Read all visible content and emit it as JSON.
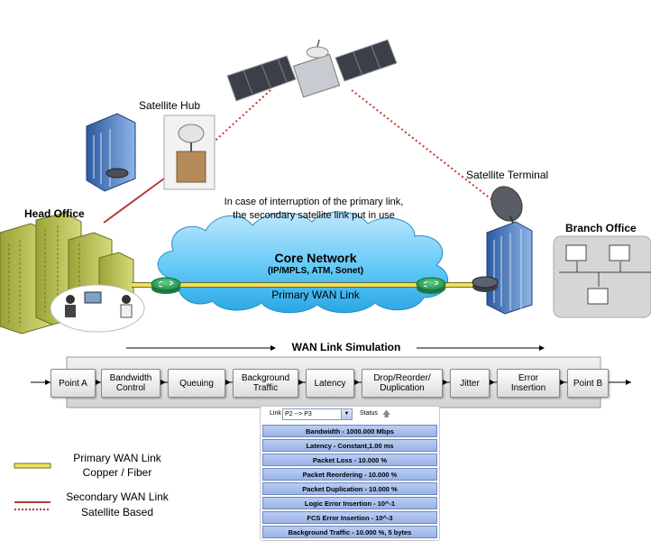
{
  "labels": {
    "satellite_hub": "Satellite Hub",
    "satellite_terminal": "Satellite Terminal",
    "head_office": "Head Office",
    "branch_office": "Branch Office",
    "interruption_line1": "In case of interruption of the primary link,",
    "interruption_line2": "the secondary satellite link put in use",
    "core_network": "Core Network",
    "core_protocols": "(IP/MPLS, ATM, Sonet)",
    "primary_wan_link": "Primary WAN Link"
  },
  "simulation": {
    "title": "WAN Link Simulation",
    "start": "Point A",
    "end": "Point B",
    "stages": [
      {
        "line1": "Bandwidth",
        "line2": "Control"
      },
      {
        "line1": "Queuing",
        "line2": ""
      },
      {
        "line1": "Background",
        "line2": "Traffic"
      },
      {
        "line1": "Latency",
        "line2": ""
      },
      {
        "line1": "Drop/Reorder/",
        "line2": "Duplication"
      },
      {
        "line1": "Jitter",
        "line2": ""
      },
      {
        "line1": "Error",
        "line2": "Insertion"
      }
    ]
  },
  "panel": {
    "link_label": "Link",
    "link_value": "P2 --> P3",
    "status_label": "Status",
    "rows": [
      "Bandwidth - 1000.000 Mbps",
      "Latency - Constant,1.00 ms",
      "Packet Loss - 10.000 %",
      "Packet Reordering - 10.000 %",
      "Packet Duplication - 10.000 %",
      "Logic Error Insertion - 10^-1",
      "FCS Error Insertion - 10^-3",
      "Background Traffic - 10.000 %, 5 bytes"
    ]
  },
  "legend": {
    "primary_line1": "Primary WAN Link",
    "primary_line2": "Copper / Fiber",
    "secondary_line1": "Secondary WAN Link",
    "secondary_line2": "Satellite Based",
    "primary_color": "#e8d44a",
    "secondary_color": "#b43a3a"
  }
}
